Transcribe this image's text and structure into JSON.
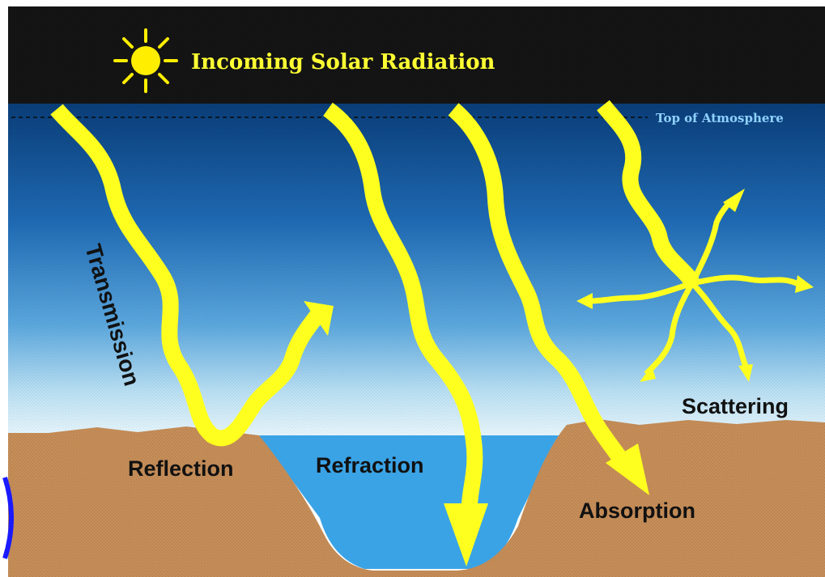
{
  "diagram": {
    "title": "Incoming Solar Radiation",
    "top_of_atmosphere_label": "Top of Atmosphere",
    "labels": {
      "transmission": "Transmission",
      "reflection": "Reflection",
      "refraction": "Refraction",
      "absorption": "Absorption",
      "scattering": "Scattering"
    },
    "colors": {
      "space": "#141414",
      "sky_top": "#0a3f7c",
      "sky_mid": "#2e83c9",
      "sky_bottom": "#eaf5fb",
      "ground": "#c48c57",
      "water": "#3aa3e6",
      "ray": "#ffff1f",
      "sun": "#ffee00",
      "title": "#ffff33",
      "toa_text": "#8fd2ff",
      "label_text": "#111111",
      "left_edge_mark": "#1a1aff"
    },
    "icons": [
      "sun-icon"
    ]
  }
}
